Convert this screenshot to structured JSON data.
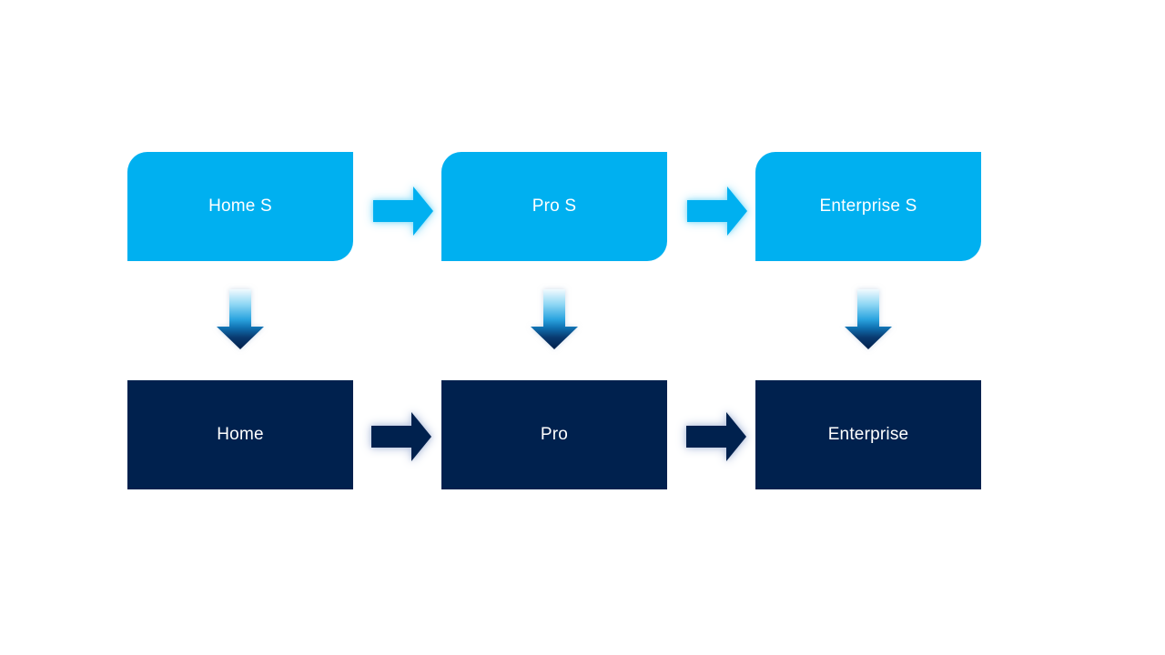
{
  "diagram": {
    "type": "flow",
    "description": "Two-row edition mapping diagram: top row of cyan rounded-diagonal boxes flows right and down into bottom row of navy rectangles",
    "columns": [
      {
        "top_label": "Home S",
        "bottom_label": "Home"
      },
      {
        "top_label": "Pro S",
        "bottom_label": "Pro"
      },
      {
        "top_label": "Enterprise S",
        "bottom_label": "Enterprise"
      }
    ],
    "icons": {
      "horizontal_connector": "right-arrow-icon",
      "vertical_connector": "down-arrow-icon"
    },
    "colors": {
      "background": "#FFFFFF",
      "top_box_fill": "#00B0F0",
      "bottom_box_fill": "#00214E",
      "label_text": "#FFFFFF",
      "top_arrow_fill": "#00B0F0",
      "top_arrow_glow": "#9FE2F9",
      "bottom_arrow_fill": "#00214E",
      "bottom_arrow_glow": "#B4C2DE",
      "down_arrow_gradient": [
        "#F2FAFE",
        "#8FD7F4",
        "#2BA4DF",
        "#0F6EAE",
        "#093A70",
        "#001F4A"
      ]
    }
  }
}
